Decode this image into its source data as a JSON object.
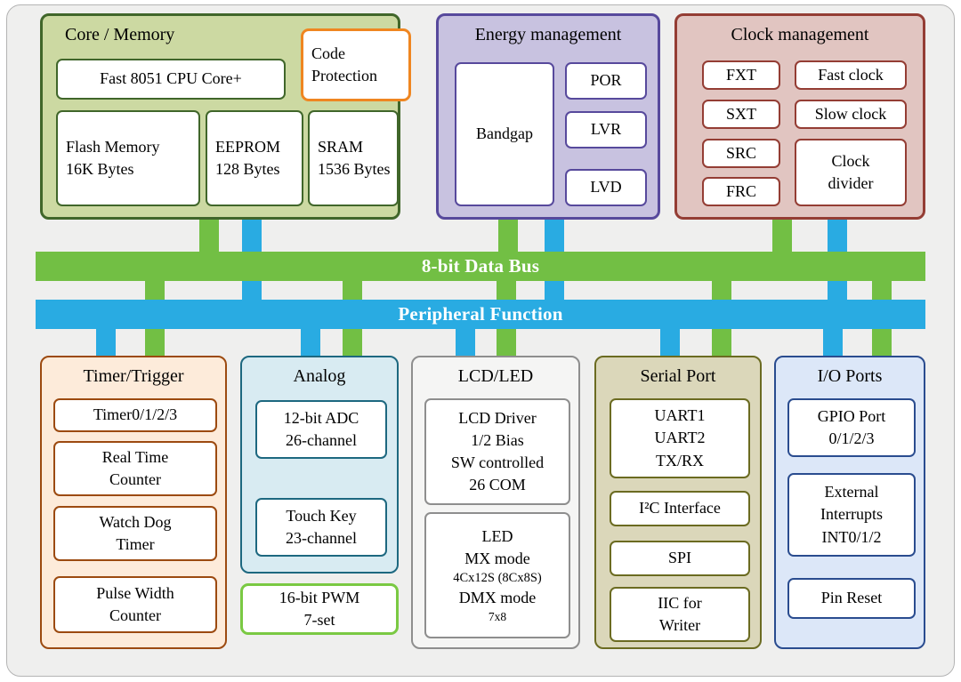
{
  "buses": {
    "data_bus": "8-bit Data Bus",
    "peripheral_bus": "Peripheral Function"
  },
  "core_memory": {
    "title": "Core / Memory",
    "cpu_core": "Fast 8051 CPU Core+",
    "code_protection": "Code\nProtection",
    "flash": "Flash Memory\n16K Bytes",
    "eeprom": "EEPROM\n128 Bytes",
    "sram": "SRAM\n1536 Bytes"
  },
  "energy": {
    "title": "Energy management",
    "bandgap": "Bandgap",
    "por": "POR",
    "lvr": "LVR",
    "lvd": "LVD"
  },
  "clock": {
    "title": "Clock management",
    "fxt": "FXT",
    "sxt": "SXT",
    "src": "SRC",
    "frc": "FRC",
    "fast_clock": "Fast clock",
    "slow_clock": "Slow clock",
    "clock_divider": "Clock\ndivider"
  },
  "timer": {
    "title": "Timer/Trigger",
    "timers": "Timer0/1/2/3",
    "rtc": "Real Time\nCounter",
    "wdt": "Watch Dog\nTimer",
    "pwc": "Pulse Width\nCounter"
  },
  "analog": {
    "title": "Analog",
    "adc": "12-bit ADC\n26-channel",
    "touch_key": "Touch Key\n23-channel",
    "pwm": "16-bit PWM\n7-set"
  },
  "lcd_led": {
    "title": "LCD/LED",
    "lcd_driver": "LCD Driver\n1/2 Bias\nSW controlled\n26 COM",
    "led_line1": "LED",
    "led_line2": "MX mode",
    "led_line3": "4Cx12S (8Cx8S)",
    "led_line4": "DMX mode",
    "led_line5": "7x8"
  },
  "serial": {
    "title": "Serial Port",
    "uart": "UART1\nUART2\nTX/RX",
    "i2c": "I²C Interface",
    "spi": "SPI",
    "iic": "IIC for\nWriter"
  },
  "io": {
    "title": "I/O Ports",
    "gpio": "GPIO Port\n0/1/2/3",
    "ext_int": "External\nInterrupts\nINT0/1/2",
    "pin_reset": "Pin Reset"
  },
  "colors": {
    "bus_green": "#72bf44",
    "bus_blue": "#29abe2",
    "core_bg": "#ccd9a2",
    "core_border": "#40662a",
    "code_protection_border": "#ef8621",
    "energy_bg": "#c8c2e0",
    "energy_border": "#57499c",
    "clock_bg": "#e1c5c1",
    "clock_border": "#943d34",
    "timer_bg": "#fdebda",
    "timer_border": "#9c4a10",
    "analog_bg": "#d8ebf2",
    "analog_border": "#1d6880",
    "pwm_border": "#7ac943",
    "lcd_bg": "#f5f5f4",
    "lcd_border": "#8e8e8e",
    "serial_bg": "#dbd7ba",
    "serial_border": "#6b6b21",
    "io_bg": "#dce7f8",
    "io_border": "#2a4c8f",
    "canvas_bg": "#efefee"
  }
}
